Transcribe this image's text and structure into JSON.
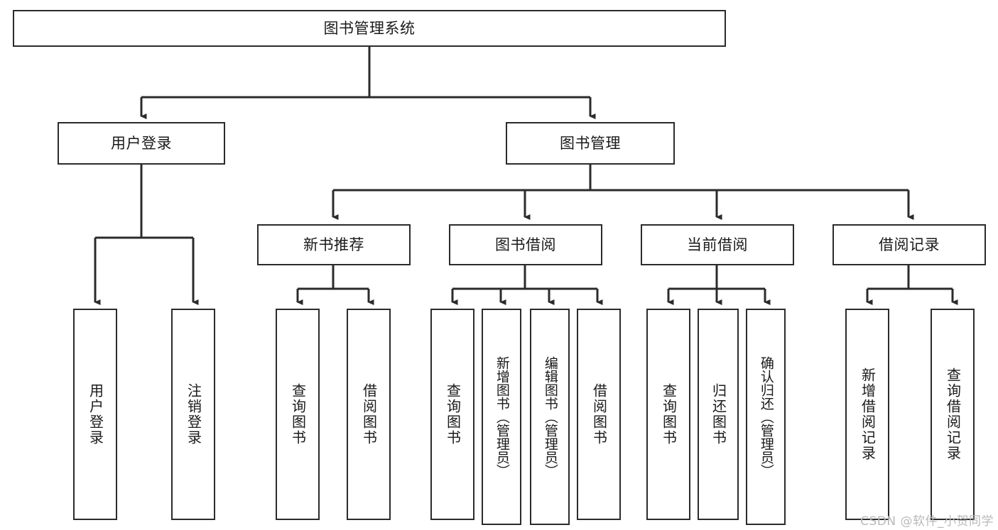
{
  "diagram": {
    "title": "图书管理系统",
    "stroke_color": "#2b2b2b",
    "background_color": "#ffffff",
    "text_color": "#1a1a1a",
    "root": {
      "label": "图书管理系统"
    },
    "level2": [
      {
        "label": "用户登录"
      },
      {
        "label": "图书管理"
      }
    ],
    "level3": [
      {
        "label": "新书推荐"
      },
      {
        "label": "图书借阅"
      },
      {
        "label": "当前借阅"
      },
      {
        "label": "借阅记录"
      }
    ],
    "leaves": {
      "user_login": [
        {
          "label": "用户登录"
        },
        {
          "label": "注销登录"
        }
      ],
      "new_book": [
        {
          "label": "查询图书"
        },
        {
          "label": "借阅图书"
        }
      ],
      "book_borrow": [
        {
          "label": "查询图书"
        },
        {
          "label": "新增图书（管理员）"
        },
        {
          "label": "编辑图书（管理员）"
        },
        {
          "label": "借阅图书"
        }
      ],
      "current_borrow": [
        {
          "label": "查询图书"
        },
        {
          "label": "归还图书"
        },
        {
          "label": "确认归还（管理员）"
        }
      ],
      "borrow_record": [
        {
          "label": "新增借阅记录"
        },
        {
          "label": "查询借阅记录"
        }
      ]
    }
  },
  "watermark": {
    "text": "CSDN @软件_小贺同学"
  }
}
